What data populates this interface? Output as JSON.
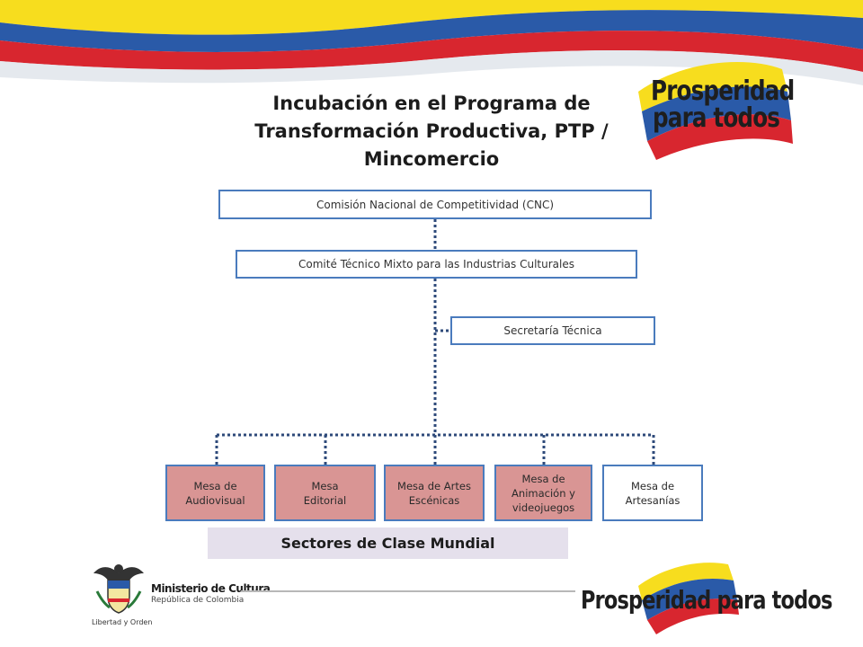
{
  "title_lines": [
    "Incubación en el Programa de",
    "Transformación Productiva, PTP /",
    "Mincomercio"
  ],
  "org": {
    "level1": "Comisión Nacional de Competitividad (CNC)",
    "level2": "Comité Técnico Mixto para las Industrias Culturales",
    "side": "Secretaría Técnica",
    "mesas": [
      {
        "label": "Mesa de Audiovisual"
      },
      {
        "label": "Mesa Editorial"
      },
      {
        "label": "Mesa de Artes Escénicas"
      },
      {
        "label": "Mesa de Animación y videojuegos"
      },
      {
        "label": "Mesa de Artesanías"
      }
    ],
    "sectores": "Sectores de Clase Mundial"
  },
  "logos": {
    "top_brand_line1": "Prosperidad",
    "top_brand_line2": "para todos",
    "ministry_name": "Ministerio de Cultura",
    "ministry_sub": "República de Colombia",
    "motto": "Libertad y Orden",
    "bottom_brand": "Prosperidad para todos"
  },
  "colors": {
    "box_border": "#4a7bbd",
    "mesa_fill": "#d99594",
    "sectores_fill": "#e5e0ec",
    "connector": "#2e4a7a",
    "flag_yellow": "#f7dd1e",
    "flag_blue": "#2a5aa8",
    "flag_red": "#d8262f"
  }
}
